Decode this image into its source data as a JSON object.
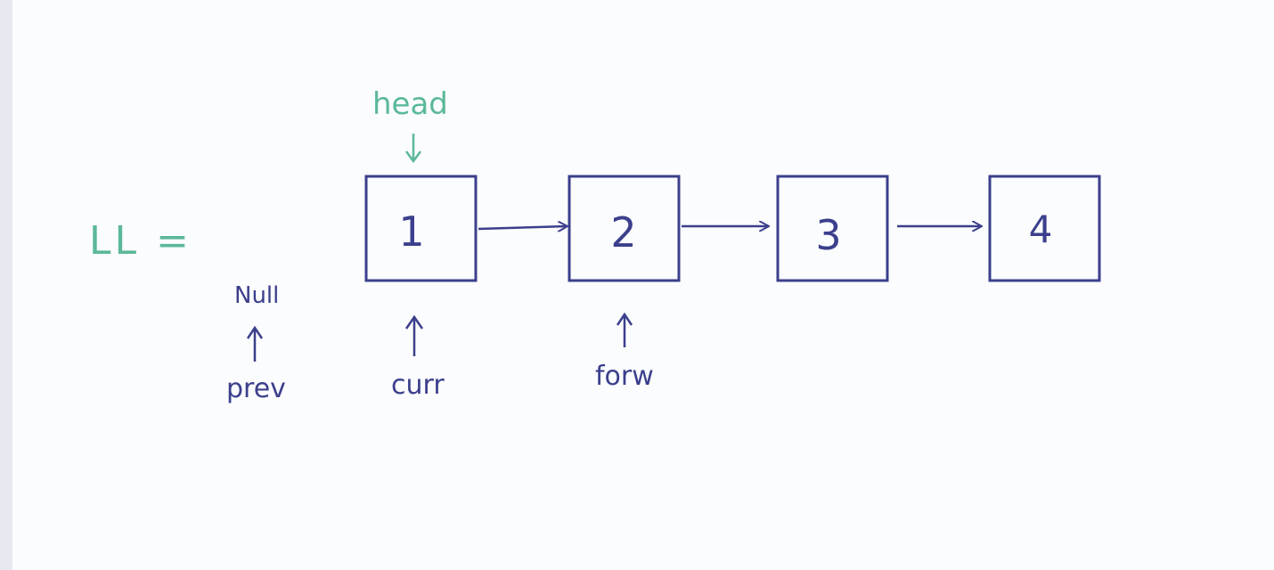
{
  "diagram": {
    "ll_label": "LL =",
    "head_label": "head",
    "nodes": [
      {
        "value": "1"
      },
      {
        "value": "2"
      },
      {
        "value": "3"
      },
      {
        "value": "4"
      }
    ],
    "null_label": "Null",
    "prev_label": "prev",
    "curr_label": "curr",
    "forw_label": "forw",
    "colors": {
      "ink": "#3b3f8c",
      "accent": "#5bb89a",
      "background": "#fbfcfd"
    }
  }
}
